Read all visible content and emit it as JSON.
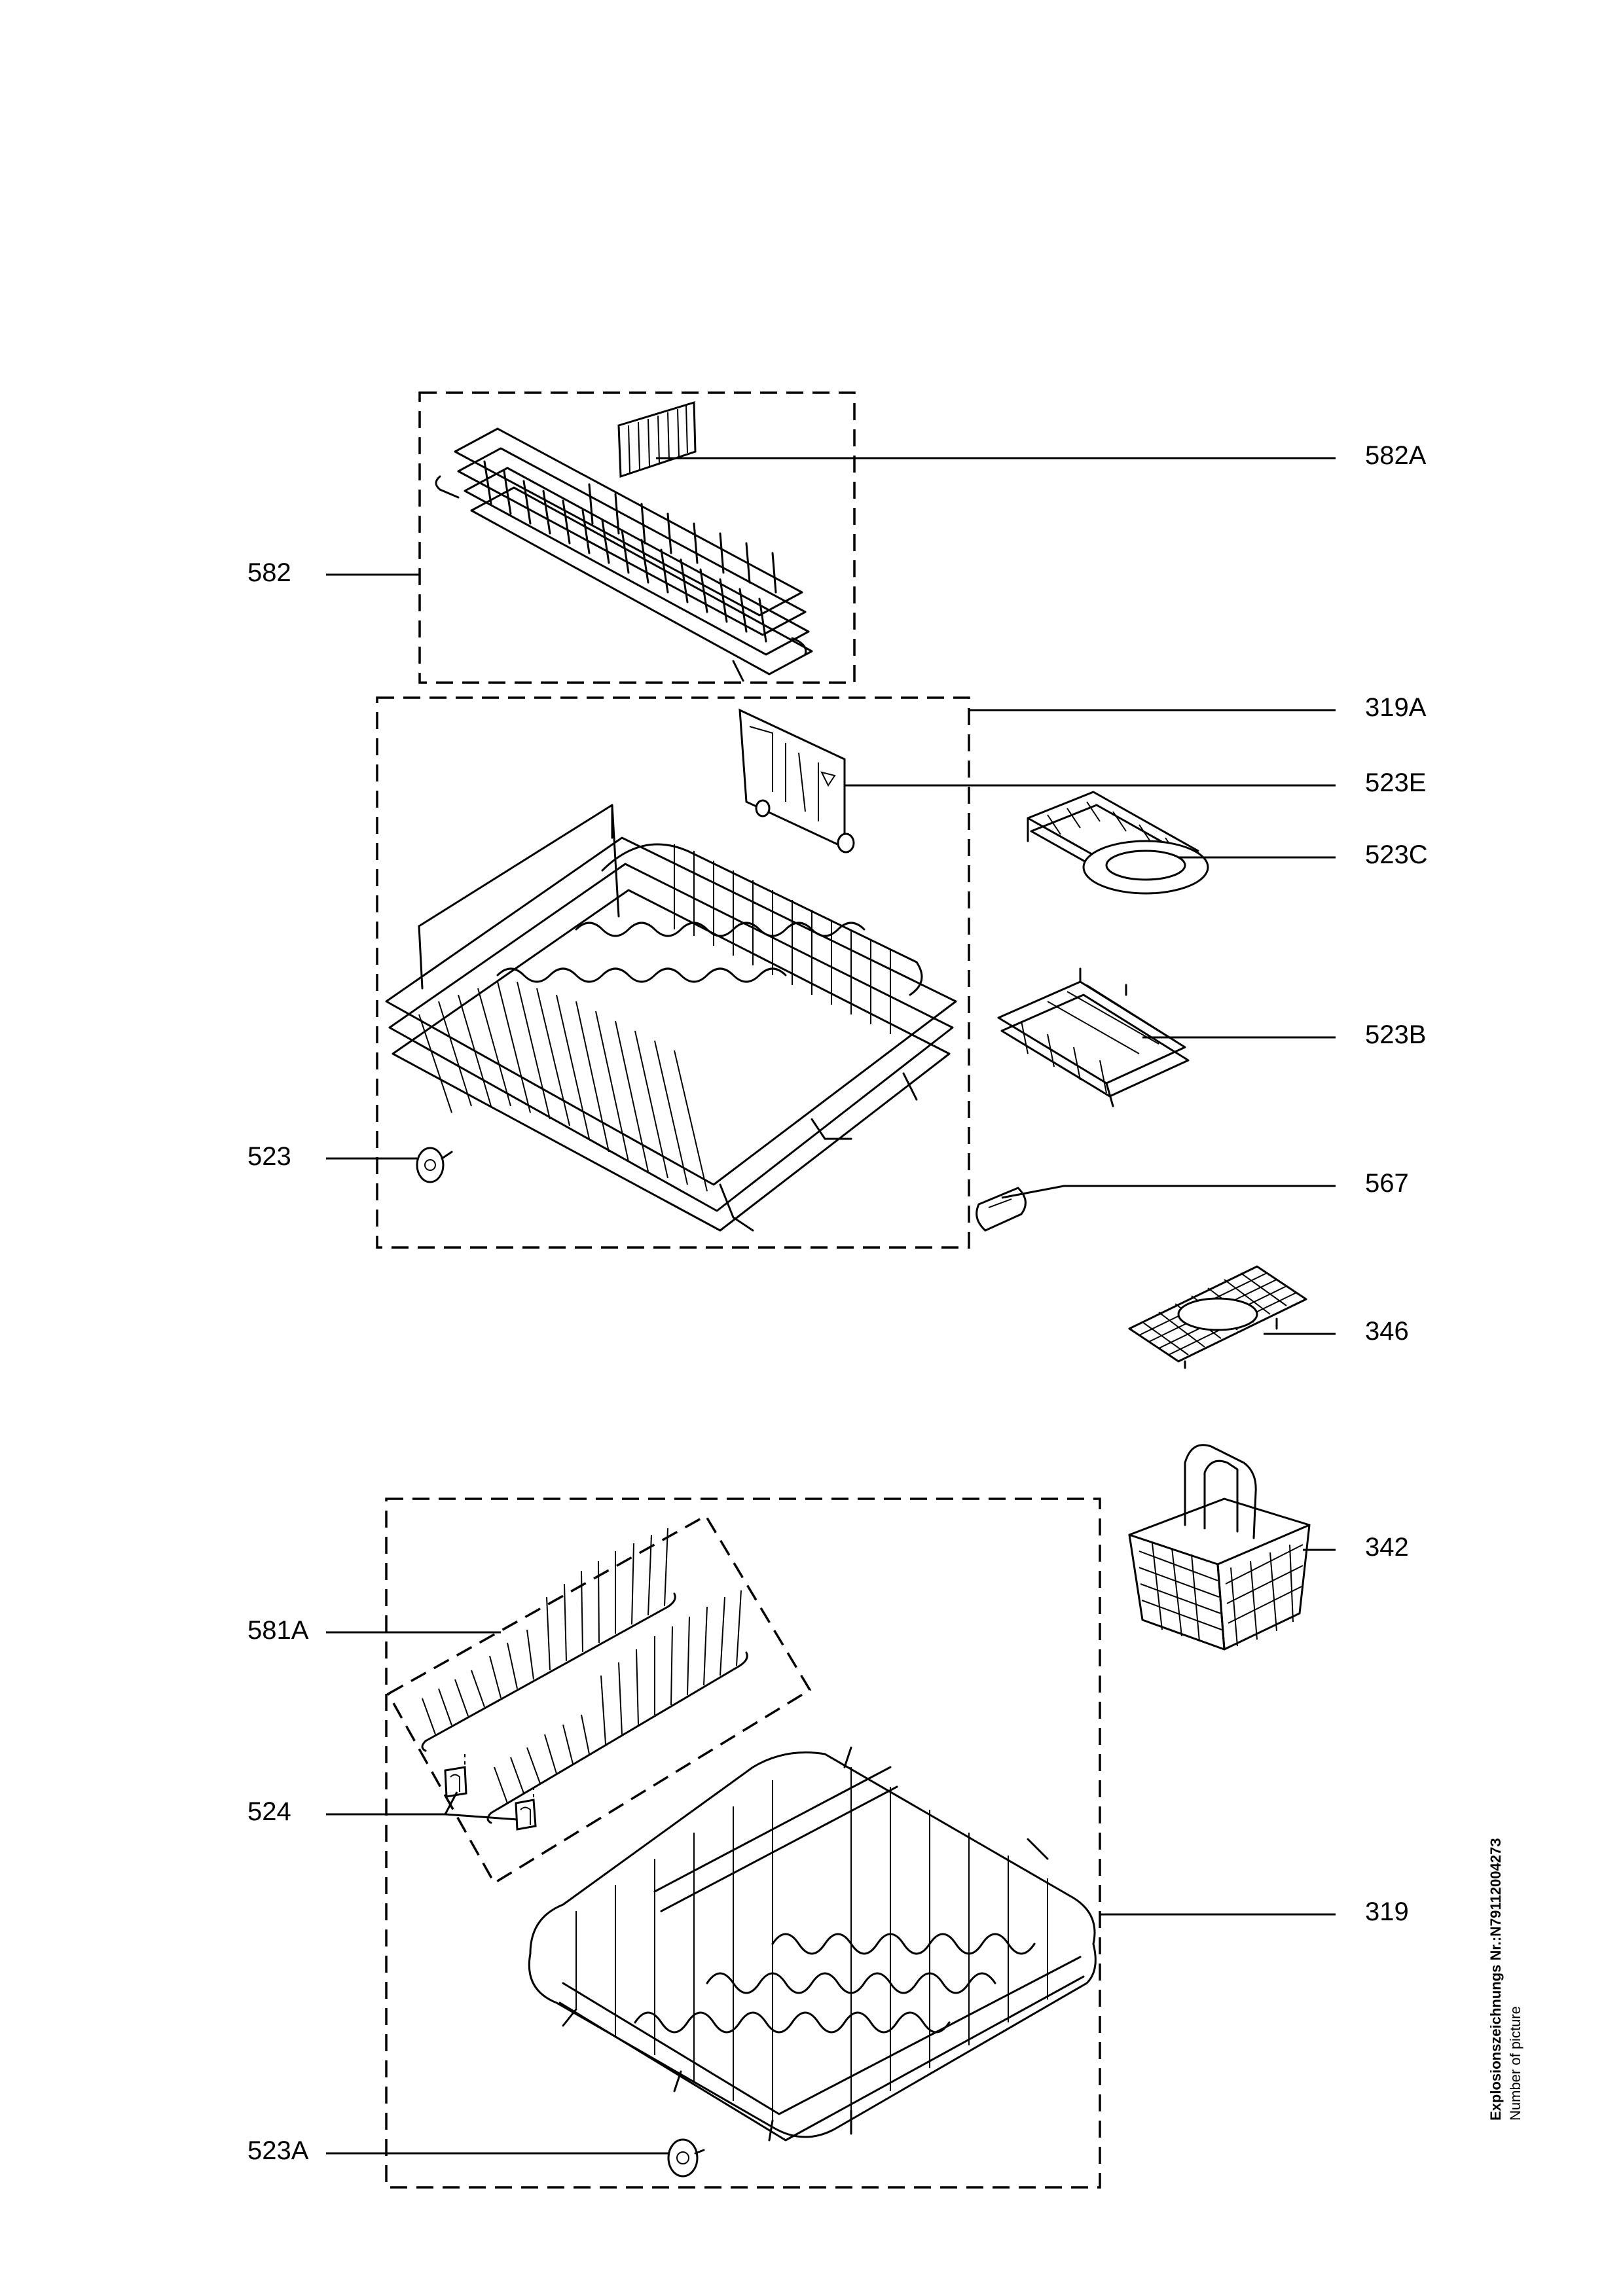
{
  "labels": {
    "p582A": "582A",
    "p582": "582",
    "p319A": "319A",
    "p523E": "523E",
    "p523C": "523C",
    "p523B": "523B",
    "p523": "523",
    "p567": "567",
    "p346": "346",
    "p342": "342",
    "p581A": "581A",
    "p524": "524",
    "p319": "319",
    "p523A": "523A"
  },
  "sidebar": {
    "title": "Explosionszeichnungs Nr.:N7911200427З",
    "subtitle": "Number of picture"
  }
}
